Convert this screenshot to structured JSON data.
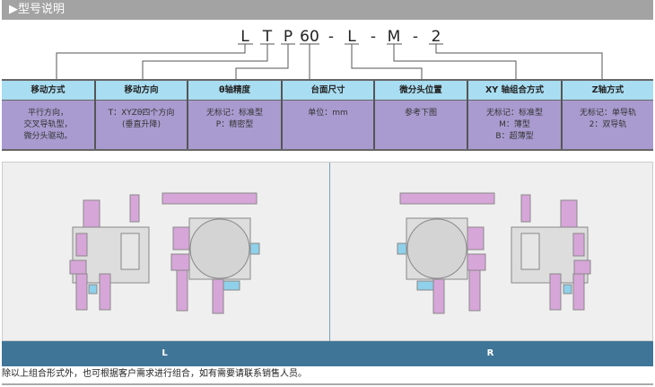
{
  "header": {
    "title": "▶型号说明"
  },
  "code": {
    "parts": [
      "L",
      "T",
      "P",
      "60",
      "-",
      "L",
      "-",
      "M",
      "-",
      "2"
    ]
  },
  "table": {
    "columns": [
      {
        "header": "移动方式",
        "lines": [
          "平行方向，",
          "交叉导轨型，",
          "微分头驱动。"
        ]
      },
      {
        "header": "移动方向",
        "lines": [
          "T：XYZθ四个方向",
          "(垂直升降)"
        ]
      },
      {
        "header": "θ轴精度",
        "lines": [
          "无标记：标准型",
          "P：精密型"
        ]
      },
      {
        "header": "台面尺寸",
        "lines": [
          "单位：mm"
        ]
      },
      {
        "header": "微分头位置",
        "lines": [
          "参考下图"
        ]
      },
      {
        "header": "XY 轴组合方式",
        "lines": [
          "无标记：标准型",
          "M：薄型",
          "B：超薄型"
        ]
      },
      {
        "header": "Z轴方式",
        "lines": [
          "无标记：单导轨",
          "2：双导轨"
        ]
      }
    ]
  },
  "images": {
    "left_label": "L",
    "right_label": "R"
  },
  "footer": {
    "note": "除以上组合形式外，也可根据客户需求进行组合，如有需要请联系销售人员。"
  },
  "colors": {
    "header_bg": "#a3a3a3",
    "th_bg": "#a9ddf1",
    "td_bg": "#a99bcf",
    "bar_bg": "#3f7597",
    "part_pink": "#d7a6d9",
    "part_blue": "#8fd0ea"
  }
}
